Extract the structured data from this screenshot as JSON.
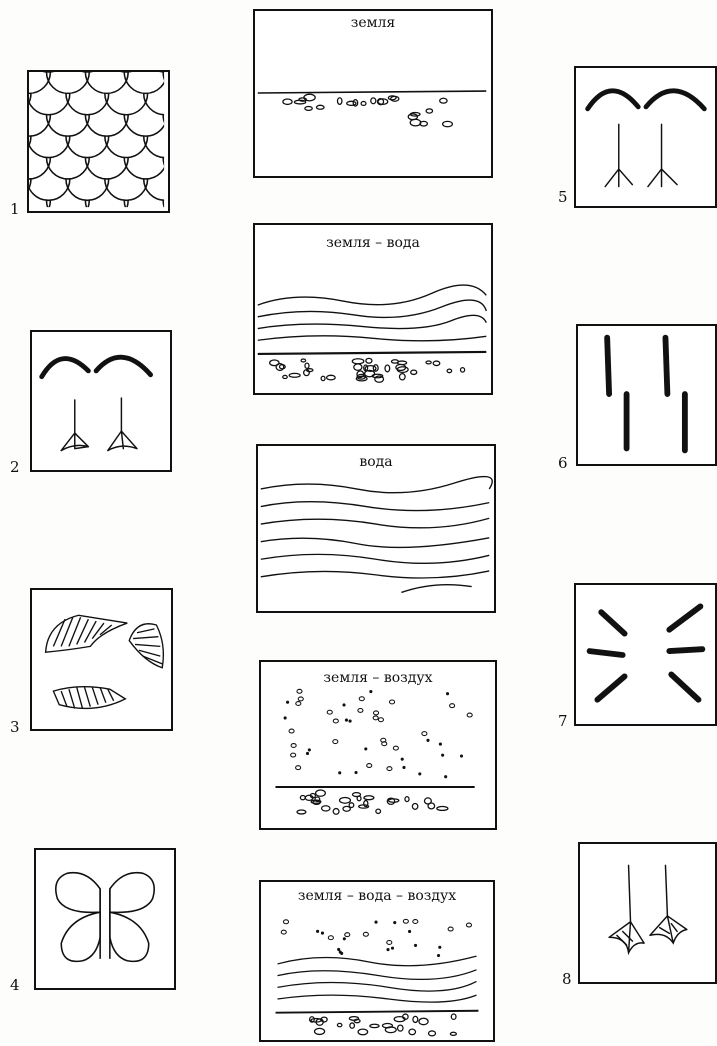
{
  "left_cards": [
    {
      "number": "1",
      "content": "scales-pattern"
    },
    {
      "number": "2",
      "content": "arches-and-webbed-feet"
    },
    {
      "number": "3",
      "content": "feathers"
    },
    {
      "number": "4",
      "content": "butterfly-wings"
    }
  ],
  "right_cards": [
    {
      "number": "5",
      "content": "arches-and-bird-feet"
    },
    {
      "number": "6",
      "content": "vertical-strokes"
    },
    {
      "number": "7",
      "content": "radiating-strokes"
    },
    {
      "number": "8",
      "content": "webbed-feet"
    }
  ],
  "center_cards": [
    {
      "label": "земля"
    },
    {
      "label": "земля – вода"
    },
    {
      "label": "вода"
    },
    {
      "label": "земля – воздух"
    },
    {
      "label": "земля – вода – воздух"
    }
  ]
}
